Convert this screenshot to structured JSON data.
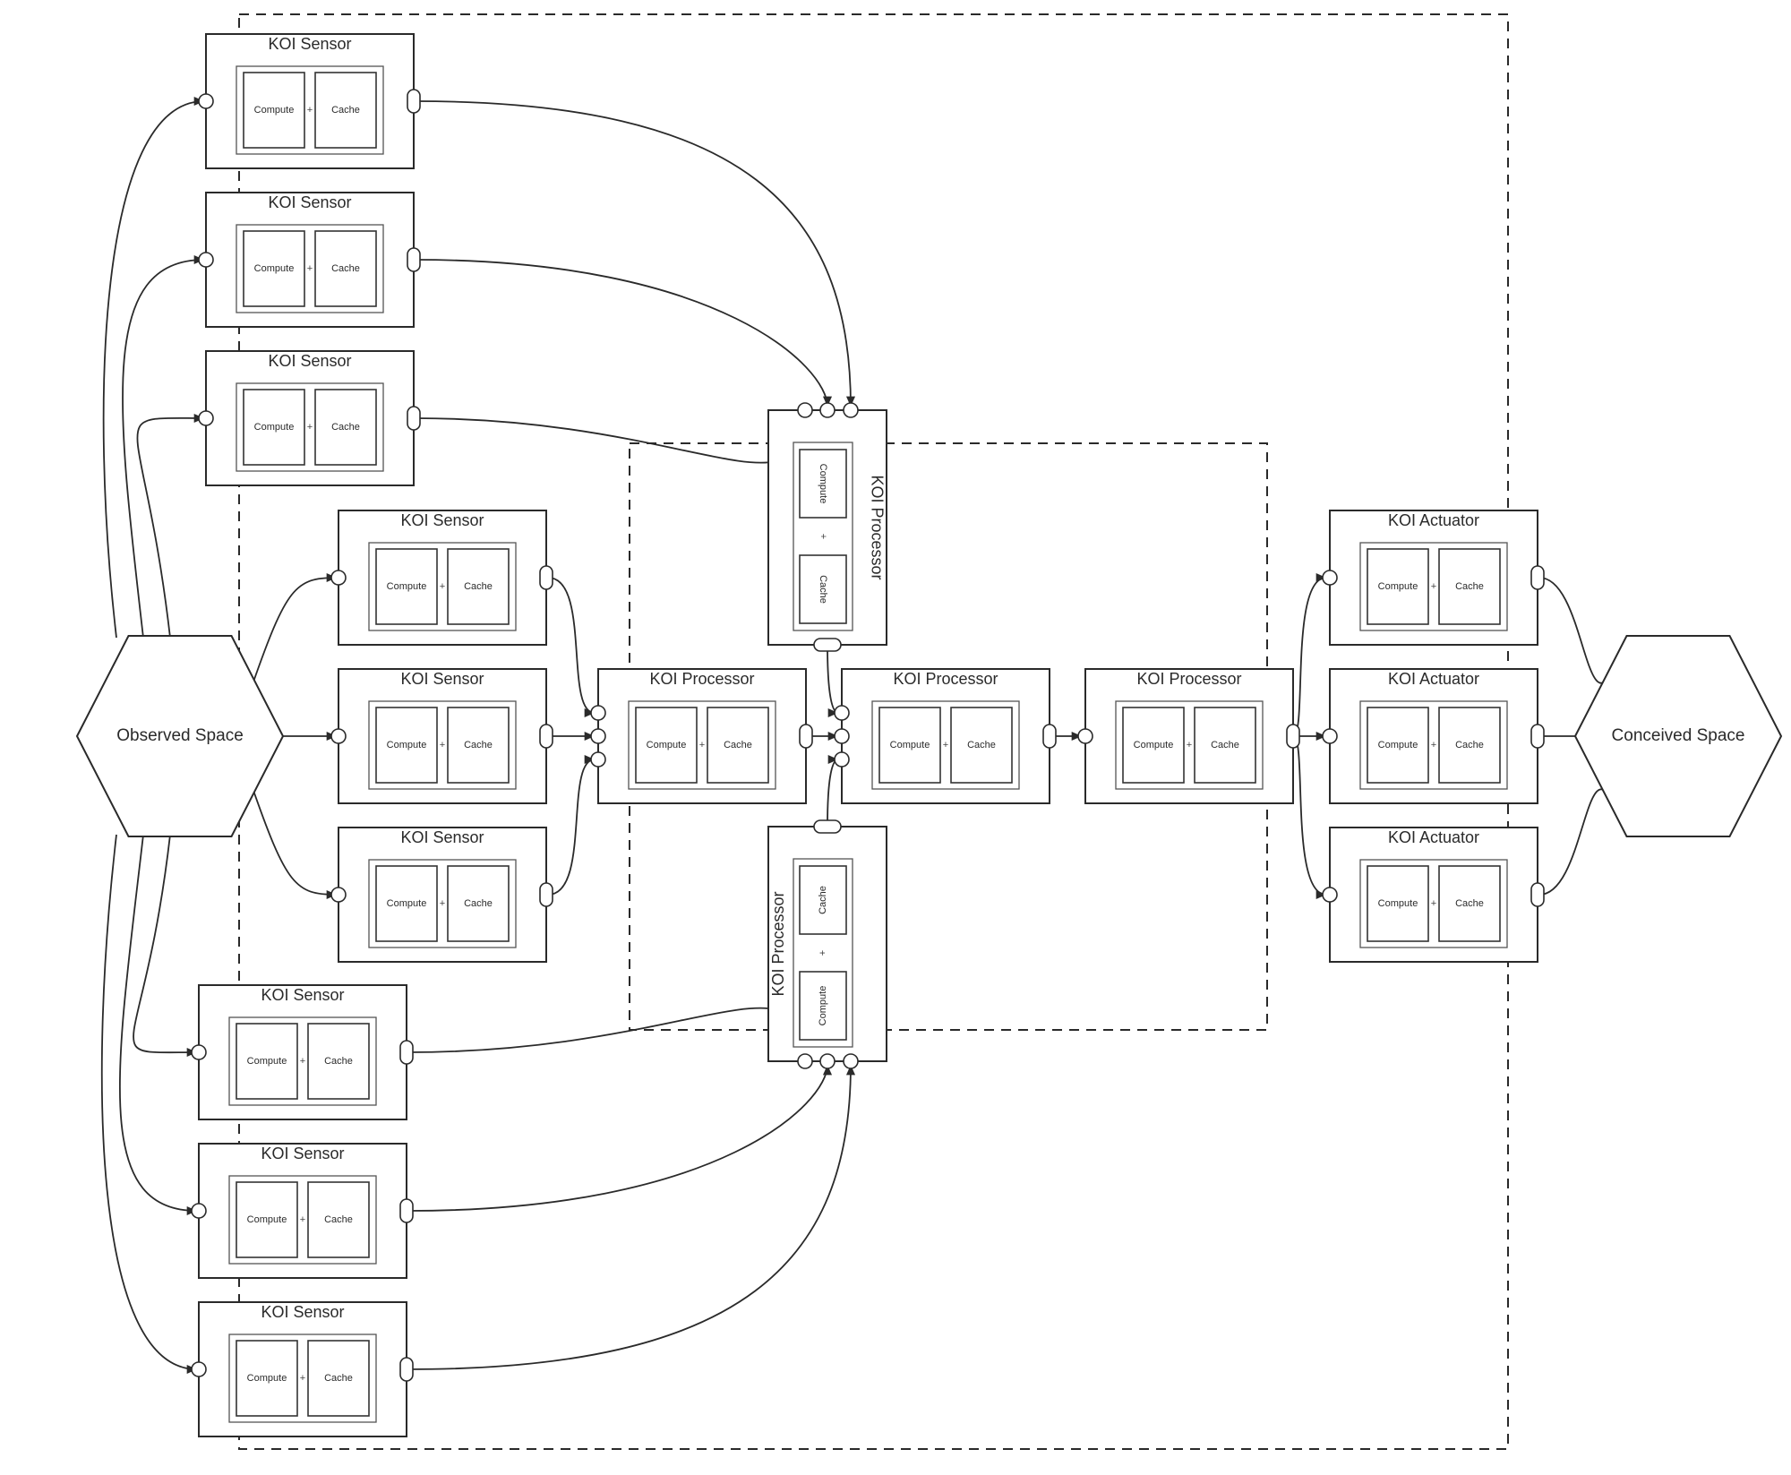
{
  "spaces": {
    "observed": "Observed Space",
    "conceived": "Conceived Space"
  },
  "sensors": [
    {
      "label": "KOI Sensor",
      "compute": "Compute",
      "plus": "+",
      "cache": "Cache"
    },
    {
      "label": "KOI Sensor",
      "compute": "Compute",
      "plus": "+",
      "cache": "Cache"
    },
    {
      "label": "KOI Sensor",
      "compute": "Compute",
      "plus": "+",
      "cache": "Cache"
    },
    {
      "label": "KOI Sensor",
      "compute": "Compute",
      "plus": "+",
      "cache": "Cache"
    },
    {
      "label": "KOI Sensor",
      "compute": "Compute",
      "plus": "+",
      "cache": "Cache"
    },
    {
      "label": "KOI Sensor",
      "compute": "Compute",
      "plus": "+",
      "cache": "Cache"
    },
    {
      "label": "KOI Sensor",
      "compute": "Compute",
      "plus": "+",
      "cache": "Cache"
    },
    {
      "label": "KOI Sensor",
      "compute": "Compute",
      "plus": "+",
      "cache": "Cache"
    },
    {
      "label": "KOI Sensor",
      "compute": "Compute",
      "plus": "+",
      "cache": "Cache"
    }
  ],
  "processors": [
    {
      "label": "KOI Processor",
      "compute": "Compute",
      "plus": "+",
      "cache": "Cache"
    },
    {
      "label": "KOI Processor",
      "compute": "Compute",
      "plus": "+",
      "cache": "Cache"
    },
    {
      "label": "KOI Processor",
      "compute": "Compute",
      "plus": "+",
      "cache": "Cache"
    },
    {
      "label": "KOI Processor",
      "compute": "Compute",
      "plus": "+",
      "cache": "Cache"
    },
    {
      "label": "KOI Processor",
      "compute": "Compute",
      "plus": "+",
      "cache": "Cache"
    }
  ],
  "actuators": [
    {
      "label": "KOI Actuator",
      "compute": "Compute",
      "plus": "+",
      "cache": "Cache"
    },
    {
      "label": "KOI Actuator",
      "compute": "Compute",
      "plus": "+",
      "cache": "Cache"
    },
    {
      "label": "KOI Actuator",
      "compute": "Compute",
      "plus": "+",
      "cache": "Cache"
    }
  ],
  "colors": {
    "stroke": "#2a2a2a",
    "background": "#ffffff"
  }
}
